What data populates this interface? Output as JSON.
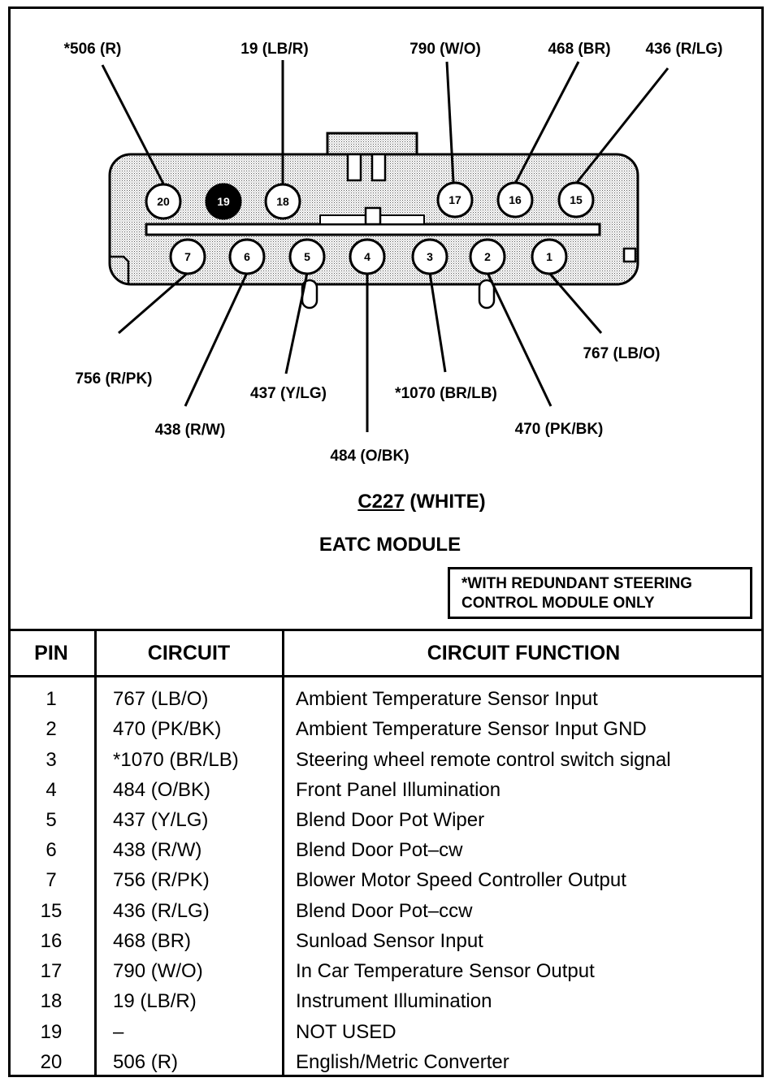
{
  "connector": {
    "code": "C227",
    "color": "(WHITE)",
    "module": "EATC MODULE",
    "note_line1": "*WITH REDUNDANT STEERING",
    "note_line2": "CONTROL MODULE ONLY"
  },
  "pins": [
    {
      "number": "20",
      "label": "*506 (R)",
      "filled": false
    },
    {
      "number": "19",
      "label": "",
      "filled": true
    },
    {
      "number": "18",
      "label": "19 (LB/R)",
      "filled": false
    },
    {
      "number": "17",
      "label": "790 (W/O)",
      "filled": false
    },
    {
      "number": "16",
      "label": "468 (BR)",
      "filled": false
    },
    {
      "number": "15",
      "label": "436 (R/LG)",
      "filled": false
    },
    {
      "number": "7",
      "label": "756 (R/PK)",
      "filled": false
    },
    {
      "number": "6",
      "label": "438 (R/W)",
      "filled": false
    },
    {
      "number": "5",
      "label": "437 (Y/LG)",
      "filled": false
    },
    {
      "number": "4",
      "label": "484 (O/BK)",
      "filled": false
    },
    {
      "number": "3",
      "label": "*1070 (BR/LB)",
      "filled": false
    },
    {
      "number": "2",
      "label": "470 (PK/BK)",
      "filled": false
    },
    {
      "number": "1",
      "label": "767 (LB/O)",
      "filled": false
    }
  ],
  "table": {
    "headers": [
      "PIN",
      "CIRCUIT",
      "CIRCUIT FUNCTION"
    ],
    "rows": [
      [
        "1",
        "767 (LB/O)",
        "Ambient Temperature Sensor Input"
      ],
      [
        "2",
        "470 (PK/BK)",
        "Ambient Temperature Sensor Input GND"
      ],
      [
        "3",
        "*1070 (BR/LB)",
        "Steering wheel remote control switch signal"
      ],
      [
        "4",
        "484 (O/BK)",
        "Front Panel Illumination"
      ],
      [
        "5",
        "437 (Y/LG)",
        "Blend Door Pot Wiper"
      ],
      [
        "6",
        "438 (R/W)",
        "Blend Door Pot–cw"
      ],
      [
        "7",
        "756 (R/PK)",
        "Blower Motor Speed Controller Output"
      ],
      [
        "15",
        "436 (R/LG)",
        "Blend Door Pot–ccw"
      ],
      [
        "16",
        "468 (BR)",
        "Sunload Sensor Input"
      ],
      [
        "17",
        "790 (W/O)",
        "In Car Temperature Sensor Output"
      ],
      [
        "18",
        "19 (LB/R)",
        "Instrument Illumination"
      ],
      [
        "19",
        "–",
        "NOT USED"
      ],
      [
        "20",
        "506 (R)",
        "English/Metric Converter"
      ]
    ]
  }
}
